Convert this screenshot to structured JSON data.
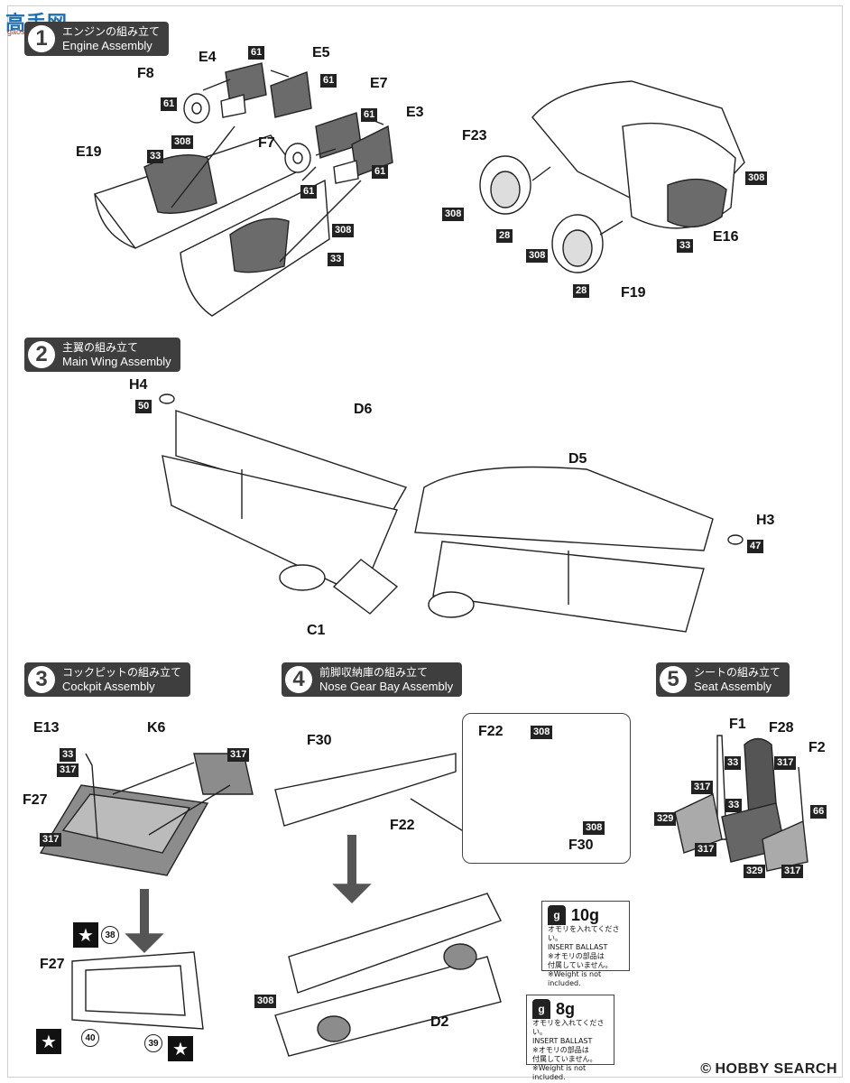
{
  "watermark": {
    "main": "高手网",
    "sub": "gaoshou.net"
  },
  "logo": {
    "text": "HOBBY SEARCH",
    "mark": "©"
  },
  "steps": [
    {
      "number": "1",
      "jp": "エンジンの組み立て",
      "en": "Engine Assembly"
    },
    {
      "number": "2",
      "jp": "主翼の組み立て",
      "en": "Main Wing Assembly"
    },
    {
      "number": "3",
      "jp": "コックピットの組み立て",
      "en": "Cockpit Assembly"
    },
    {
      "number": "4",
      "jp": "前脚収納庫の組み立て",
      "en": "Nose Gear Bay Assembly"
    },
    {
      "number": "5",
      "jp": "シートの組み立て",
      "en": "Seat Assembly"
    }
  ],
  "step1": {
    "parts": [
      "E4",
      "E5",
      "F8",
      "E7",
      "E3",
      "F7",
      "E19",
      "F23",
      "E16",
      "F19"
    ],
    "codes": [
      "61",
      "61",
      "61",
      "61",
      "61",
      "61",
      "308",
      "33",
      "308",
      "33",
      "308",
      "28",
      "308",
      "28",
      "308",
      "33"
    ]
  },
  "step2": {
    "parts": [
      "H4",
      "D6",
      "D5",
      "H3",
      "C1"
    ],
    "codes": [
      "50",
      "47"
    ]
  },
  "step3": {
    "parts": [
      "E13",
      "K6",
      "F27",
      "F27"
    ],
    "codes": [
      "33",
      "317",
      "317",
      "317"
    ],
    "decals": [
      "38",
      "40",
      "39"
    ]
  },
  "step4": {
    "parts": [
      "F30",
      "F22",
      "F22",
      "F30",
      "D2"
    ],
    "codes": [
      "308",
      "308",
      "308"
    ],
    "ballast": [
      {
        "amount": "10g",
        "jp1": "オモリを入れてください。",
        "en1": "INSERT  BALLAST",
        "jp2": "※オモリの部品は",
        "jp3": "付属していません。",
        "en2": "※Weight is not included."
      },
      {
        "amount": "8g",
        "jp1": "オモリを入れてください。",
        "en1": "INSERT  BALLAST",
        "jp2": "※オモリの部品は",
        "jp3": "付属していません。",
        "en2": "※Weight is not included."
      }
    ]
  },
  "step5": {
    "parts": [
      "F1",
      "F28",
      "F2"
    ],
    "codes": [
      "317",
      "33",
      "317",
      "33",
      "66",
      "329",
      "317",
      "329",
      "317"
    ]
  },
  "colors": {
    "banner": "#3e3e3e",
    "engine_gray": "#6b6b6b",
    "ballast_fill": "#8c8c8c",
    "watermark_blue": "#1a6fb5"
  }
}
